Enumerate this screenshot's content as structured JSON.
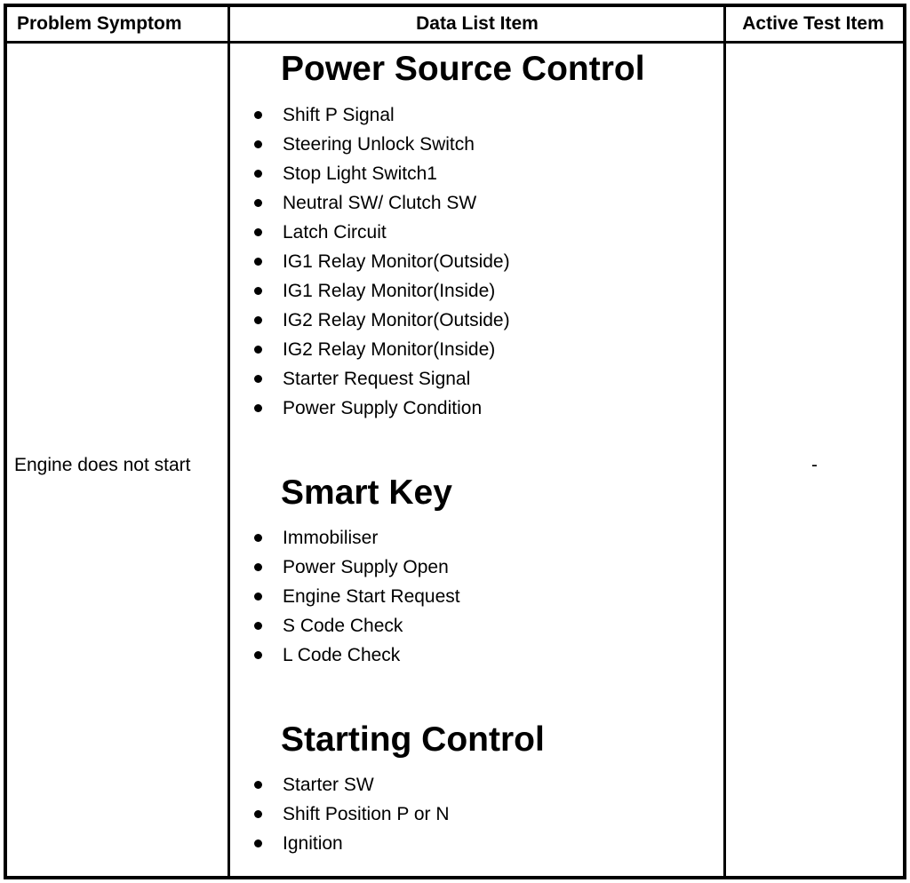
{
  "table": {
    "headers": {
      "problem_symptom": "Problem Symptom",
      "data_list_item": "Data List Item",
      "active_test_item": "Active Test Item"
    },
    "row": {
      "problem_symptom": "Engine does not start",
      "active_test_item": "-",
      "data_list_groups": [
        {
          "title": "Power Source Control",
          "items": [
            "Shift P Signal",
            "Steering Unlock Switch",
            "Stop Light Switch1",
            "Neutral SW/ Clutch SW",
            "Latch Circuit",
            "IG1 Relay Monitor(Outside)",
            "IG1 Relay Monitor(Inside)",
            "IG2 Relay Monitor(Outside)",
            "IG2 Relay Monitor(Inside)",
            "Starter Request Signal",
            "Power Supply Condition"
          ]
        },
        {
          "title": "Smart Key",
          "items": [
            "Immobiliser",
            "Power Supply Open",
            "Engine Start Request",
            "S Code Check",
            "L Code Check"
          ]
        },
        {
          "title": "Starting Control",
          "items": [
            "Starter SW",
            "Shift Position P or N",
            "Ignition"
          ]
        }
      ]
    }
  },
  "colors": {
    "border": "#000000",
    "text": "#000000",
    "background": "#ffffff"
  }
}
